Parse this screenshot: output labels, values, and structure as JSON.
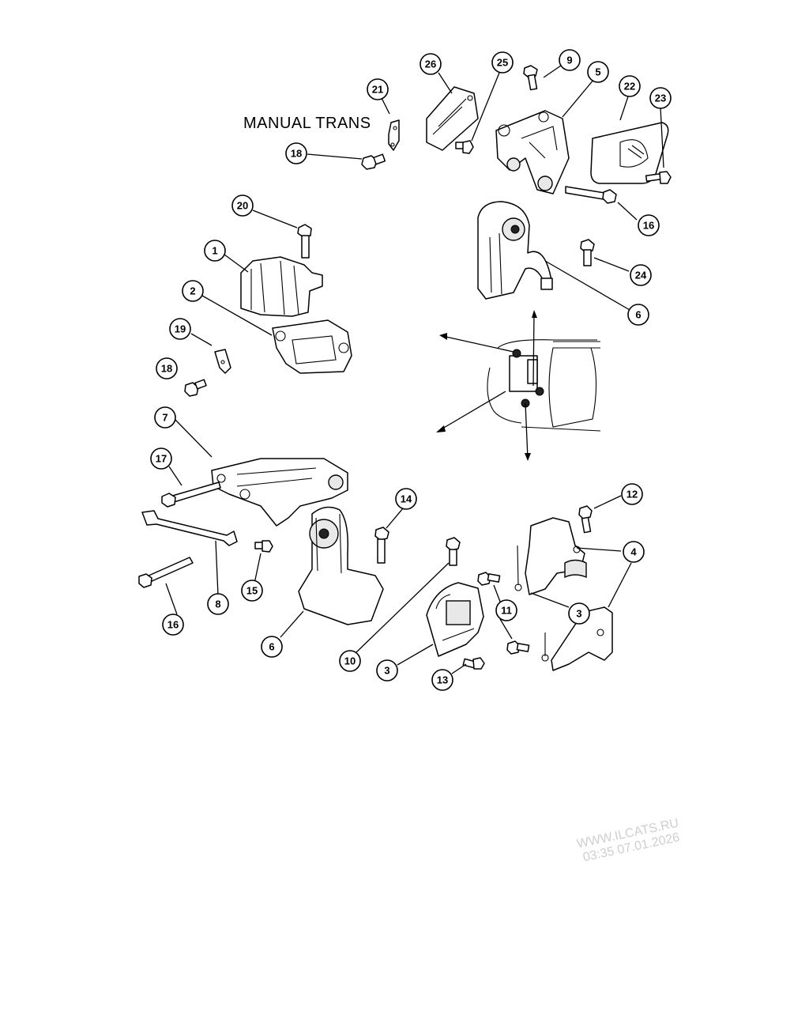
{
  "diagram": {
    "title": "MANUAL TRANS",
    "watermark": {
      "line1": "WWW.ILCATS.RU",
      "line2": "03:35 07.01.2026"
    },
    "callouts": [
      {
        "id": "c26",
        "label": "26",
        "part": "bracket"
      },
      {
        "id": "c25",
        "label": "25",
        "part": "bolt"
      },
      {
        "id": "c9",
        "label": "9",
        "part": "bolt"
      },
      {
        "id": "c5",
        "label": "5",
        "part": "mount-bracket"
      },
      {
        "id": "c22",
        "label": "22",
        "part": "heat-shield"
      },
      {
        "id": "c23",
        "label": "23",
        "part": "bolt"
      },
      {
        "id": "c21",
        "label": "21",
        "part": "clip-bracket"
      },
      {
        "id": "c18a",
        "label": "18",
        "part": "bolt"
      },
      {
        "id": "c16a",
        "label": "16",
        "part": "long-bolt"
      },
      {
        "id": "c20",
        "label": "20",
        "part": "bolt"
      },
      {
        "id": "c1",
        "label": "1",
        "part": "insulator-mount"
      },
      {
        "id": "c24",
        "label": "24",
        "part": "bolt"
      },
      {
        "id": "c2",
        "label": "2",
        "part": "transmission-mount"
      },
      {
        "id": "c6a",
        "label": "6",
        "part": "rear-mount"
      },
      {
        "id": "c19",
        "label": "19",
        "part": "clip-bracket"
      },
      {
        "id": "c18b",
        "label": "18",
        "part": "bolt"
      },
      {
        "id": "c7",
        "label": "7",
        "part": "crossmember-bracket"
      },
      {
        "id": "c17",
        "label": "17",
        "part": "through-bolt"
      },
      {
        "id": "c14",
        "label": "14",
        "part": "bolt"
      },
      {
        "id": "c12",
        "label": "12",
        "part": "bolt"
      },
      {
        "id": "c4",
        "label": "4",
        "part": "mount-bracket"
      },
      {
        "id": "c15",
        "label": "15",
        "part": "bolt"
      },
      {
        "id": "c8",
        "label": "8",
        "part": "torque-strut"
      },
      {
        "id": "c3a",
        "label": "3",
        "part": "bracket"
      },
      {
        "id": "c11",
        "label": "11",
        "part": "bolt"
      },
      {
        "id": "c16b",
        "label": "16",
        "part": "long-bolt"
      },
      {
        "id": "c6b",
        "label": "6",
        "part": "front-mount"
      },
      {
        "id": "c10",
        "label": "10",
        "part": "bolt"
      },
      {
        "id": "c3b",
        "label": "3",
        "part": "mount"
      },
      {
        "id": "c13",
        "label": "13",
        "part": "bolt"
      }
    ]
  }
}
